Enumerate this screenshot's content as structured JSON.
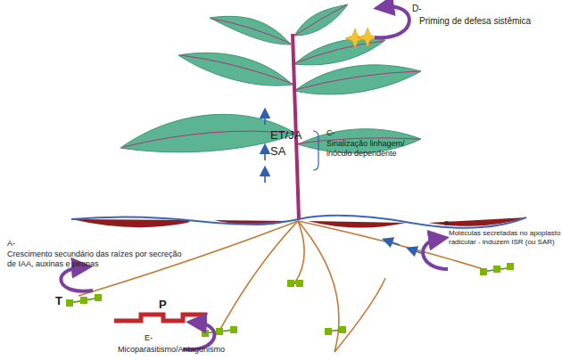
{
  "diagram": {
    "labels": [
      "D-",
      "Priming de defesa sistêmica",
      "ET/JA",
      "SA",
      "C-",
      "Sinalização linhagem/ inóculo dependente",
      "A-",
      "Crescimento secundário das raízes por secreção de IAA, auxinas e pironas",
      "B-",
      "Moléculas secretadas no apoplasto radicular - induzem ISR (ou SAR)",
      "T",
      "P",
      "E-",
      "Micoparasitismo/Antagonismo"
    ]
  }
}
